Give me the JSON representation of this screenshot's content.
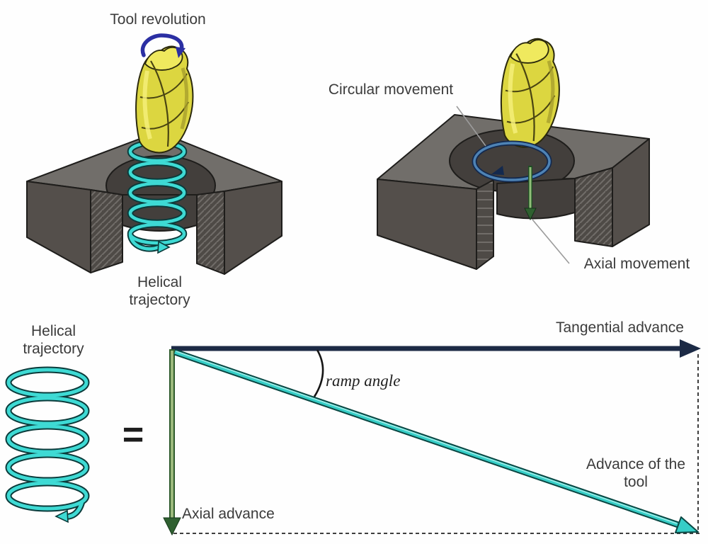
{
  "page": {
    "background": "#ffffff"
  },
  "top_left": {
    "title": "Tool revolution",
    "caption": "Helical trajectory"
  },
  "top_right": {
    "circular_label": "Circular movement",
    "axial_label": "Axial movement"
  },
  "bottom": {
    "spiral_caption": "Helical trajectory",
    "equals_sign": "=",
    "tangential_label": "Tangential advance",
    "ramp_angle_label": "ramp angle",
    "axial_label": "Axial advance",
    "advance_label": "Advance of the tool"
  },
  "colors": {
    "text": "#3B3B3B",
    "spiral_cyan": "#3EDAD4",
    "tangential_navy": "#1C2A45",
    "axial_green": "#9DBA7E",
    "axial_green_dark": "#2F6030",
    "rotation_blue": "#2B2FA3",
    "circular_blue": "#4E83B5",
    "tool_yellow": "#DCD640",
    "workpiece_top_gray": "#716E6A",
    "workpiece_front_gray": "#544F4B",
    "workpiece_hole_gray": "#433F3C"
  },
  "icons": {
    "rotation_arrow": "curved-arrow",
    "circular_motion_arrow": "ellipse-arrow",
    "axial_motion_arrow": "down-arrow",
    "helical_spiral": "coil-spring",
    "end_mill": "milling-tool",
    "workpiece": "c-shaped-block"
  }
}
